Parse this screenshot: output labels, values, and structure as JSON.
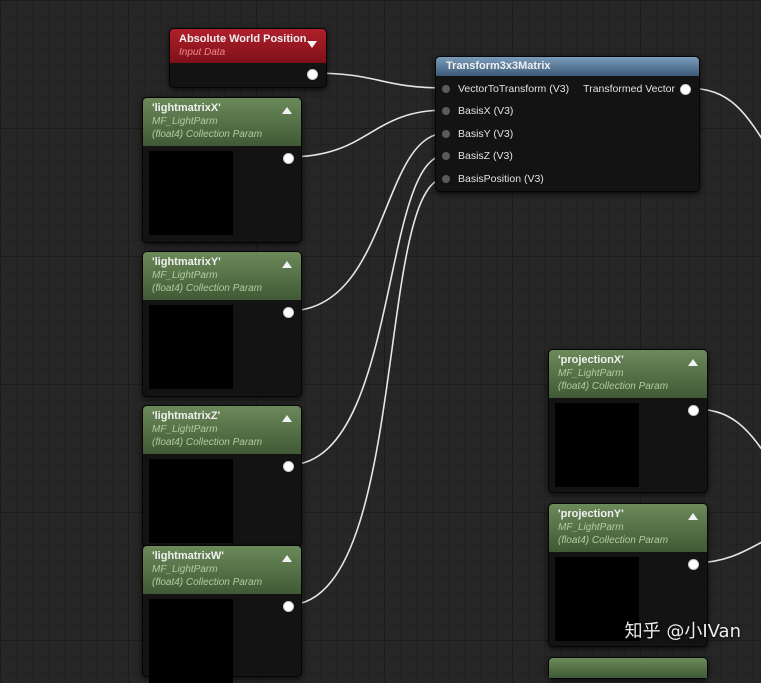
{
  "absolute_world_position": {
    "title": "Absolute World Position",
    "subtitle": "Input Data"
  },
  "transform": {
    "title": "Transform3x3Matrix",
    "inputs": [
      "VectorToTransform (V3)",
      "BasisX (V3)",
      "BasisY (V3)",
      "BasisZ (V3)",
      "BasisPosition (V3)"
    ],
    "output": "Transformed Vector"
  },
  "params": [
    {
      "title": "'lightmatrixX'",
      "line1": "MF_LightParm",
      "line2": "(float4) Collection Param"
    },
    {
      "title": "'lightmatrixY'",
      "line1": "MF_LightParm",
      "line2": "(float4) Collection Param"
    },
    {
      "title": "'lightmatrixZ'",
      "line1": "MF_LightParm",
      "line2": "(float4) Collection Param"
    },
    {
      "title": "'lightmatrixW'",
      "line1": "MF_LightParm",
      "line2": "(float4) Collection Param"
    },
    {
      "title": "'projectionX'",
      "line1": "MF_LightParm",
      "line2": "(float4) Collection Param"
    },
    {
      "title": "'projectionY'",
      "line1": "MF_LightParm",
      "line2": "(float4) Collection Param"
    }
  ],
  "watermark": "知乎 @小IVan",
  "colors": {
    "canvas": "#262626",
    "wire": "#e6e6e6",
    "input_node": "#9e1a24",
    "param_node": "#5c7a4e",
    "function_node": "#5a7fa0"
  }
}
